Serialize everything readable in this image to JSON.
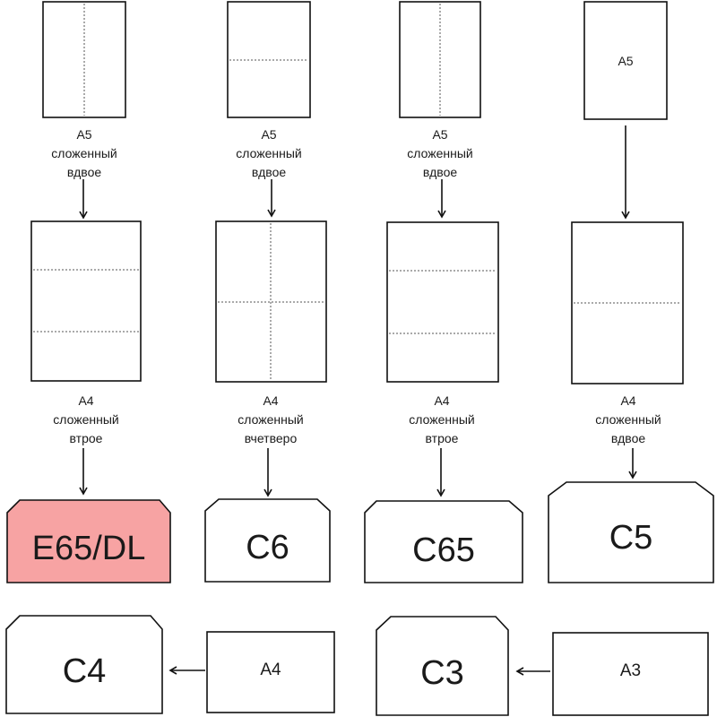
{
  "top_labels": [
    {
      "size": "A5",
      "fold": "сложенный",
      "fold2": "вдвое"
    },
    {
      "size": "A5",
      "fold": "сложенный",
      "fold2": "вдвое"
    },
    {
      "size": "A5",
      "fold": "сложенный",
      "fold2": "вдвое"
    }
  ],
  "top_sheet_4": {
    "label": "A5"
  },
  "middle_labels": [
    {
      "size": "A4",
      "fold": "сложенный",
      "fold2": "втрое"
    },
    {
      "size": "A4",
      "fold": "сложенный",
      "fold2": "вчетверо"
    },
    {
      "size": "A4",
      "fold": "сложенный",
      "fold2": "втрое"
    },
    {
      "size": "A4",
      "fold": "сложенный",
      "fold2": "вдвое"
    }
  ],
  "envelopes": [
    {
      "label": "E65/DL",
      "highlight": true
    },
    {
      "label": "C6",
      "highlight": false
    },
    {
      "label": "C65",
      "highlight": false
    },
    {
      "label": "C5",
      "highlight": false
    }
  ],
  "bottom": [
    {
      "envelope": "C4",
      "sheet": "A4"
    },
    {
      "envelope": "C3",
      "sheet": "A3"
    }
  ],
  "colors": {
    "highlight_fill": "#f7a3a3",
    "line": "#111111",
    "fold_line": "#555555"
  }
}
